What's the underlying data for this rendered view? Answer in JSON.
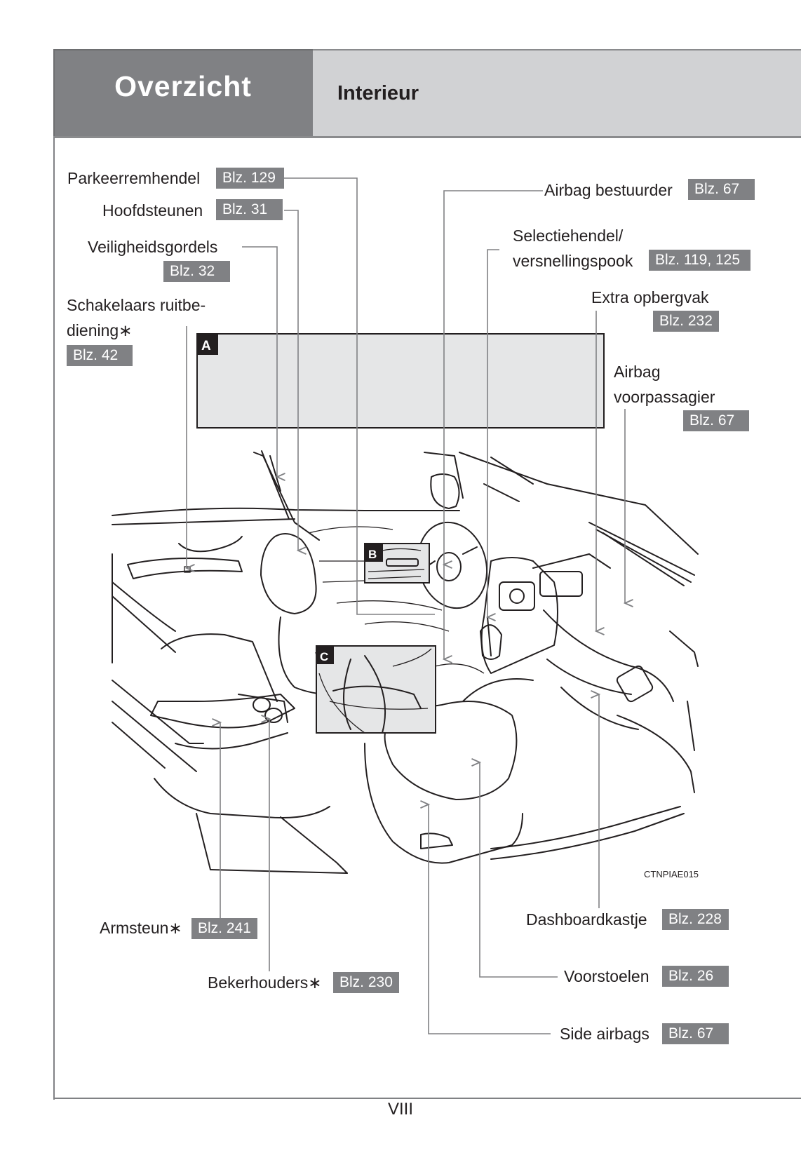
{
  "header": {
    "section": "Overzicht",
    "title": "Interieur"
  },
  "callouts": {
    "parkeerremhendel": {
      "label": "Parkeerremhendel",
      "page": "Blz. 129"
    },
    "hoofdsteunen": {
      "label": "Hoofdsteunen",
      "page": "Blz. 31"
    },
    "veiligheidsgordels": {
      "label": "Veiligheidsgordels",
      "page": "Blz. 32"
    },
    "schakelaars": {
      "label_line1": "Schakelaars ruitbe-",
      "label_line2": "diening∗",
      "page": "Blz. 42"
    },
    "airbag_bestuurder": {
      "label": "Airbag bestuurder",
      "page": "Blz. 67"
    },
    "selectiehendel": {
      "label_line1": "Selectiehendel/",
      "label_line2": "versnellingspook",
      "page": "Blz. 119, 125"
    },
    "extra_opbergvak": {
      "label": "Extra opbergvak",
      "page": "Blz. 232"
    },
    "airbag_voorpassagier": {
      "label_line1": "Airbag",
      "label_line2": "voorpassagier",
      "page": "Blz. 67"
    },
    "armsteun": {
      "label": "Armsteun∗",
      "page": "Blz. 241"
    },
    "bekerhouders": {
      "label": "Bekerhouders∗",
      "page": "Blz. 230"
    },
    "dashboardkastje": {
      "label": "Dashboardkastje",
      "page": "Blz. 228"
    },
    "voorstoelen": {
      "label": "Voorstoelen",
      "page": "Blz. 26"
    },
    "side_airbags": {
      "label": "Side airbags",
      "page": "Blz. 67"
    }
  },
  "panels": {
    "a": "A",
    "b": "B",
    "c": "C"
  },
  "figure_code": "CTNPIAE015",
  "page_number": "VIII",
  "colors": {
    "header_dark": "#808184",
    "header_light": "#d1d2d4",
    "badge": "#808184",
    "panel_fill": "#e5e6e7",
    "text": "#231f20"
  }
}
